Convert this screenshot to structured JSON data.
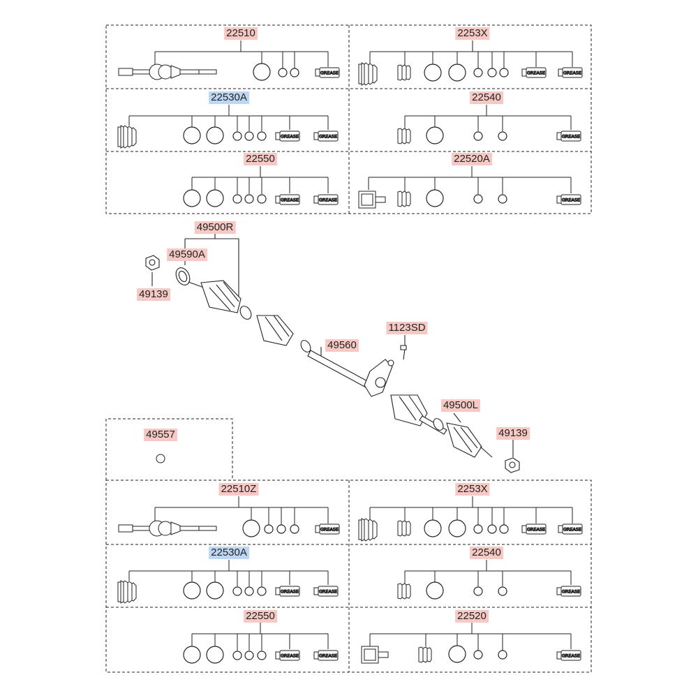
{
  "parts": {
    "top": {
      "p22510": "22510",
      "p2253X": "2253X",
      "p22530A": "22530A",
      "p22540": "22540",
      "p22550": "22550",
      "p22520A": "22520A"
    },
    "middle": {
      "p49500R": "49500R",
      "p49590A": "49590A",
      "p49139_left": "49139",
      "p1123SD": "1123SD",
      "p49560": "49560",
      "p49500L": "49500L",
      "p49139_right": "49139",
      "p49557": "49557"
    },
    "bottom": {
      "p22510Z": "22510Z",
      "p2253X": "2253X",
      "p22530A": "22530A",
      "p22540": "22540",
      "p22550": "22550",
      "p22520": "22520"
    }
  },
  "grease_text": "GREASE",
  "colors": {
    "label_red": "#f6c9c4",
    "label_blue": "#bcd6f3",
    "line": "#222222"
  }
}
